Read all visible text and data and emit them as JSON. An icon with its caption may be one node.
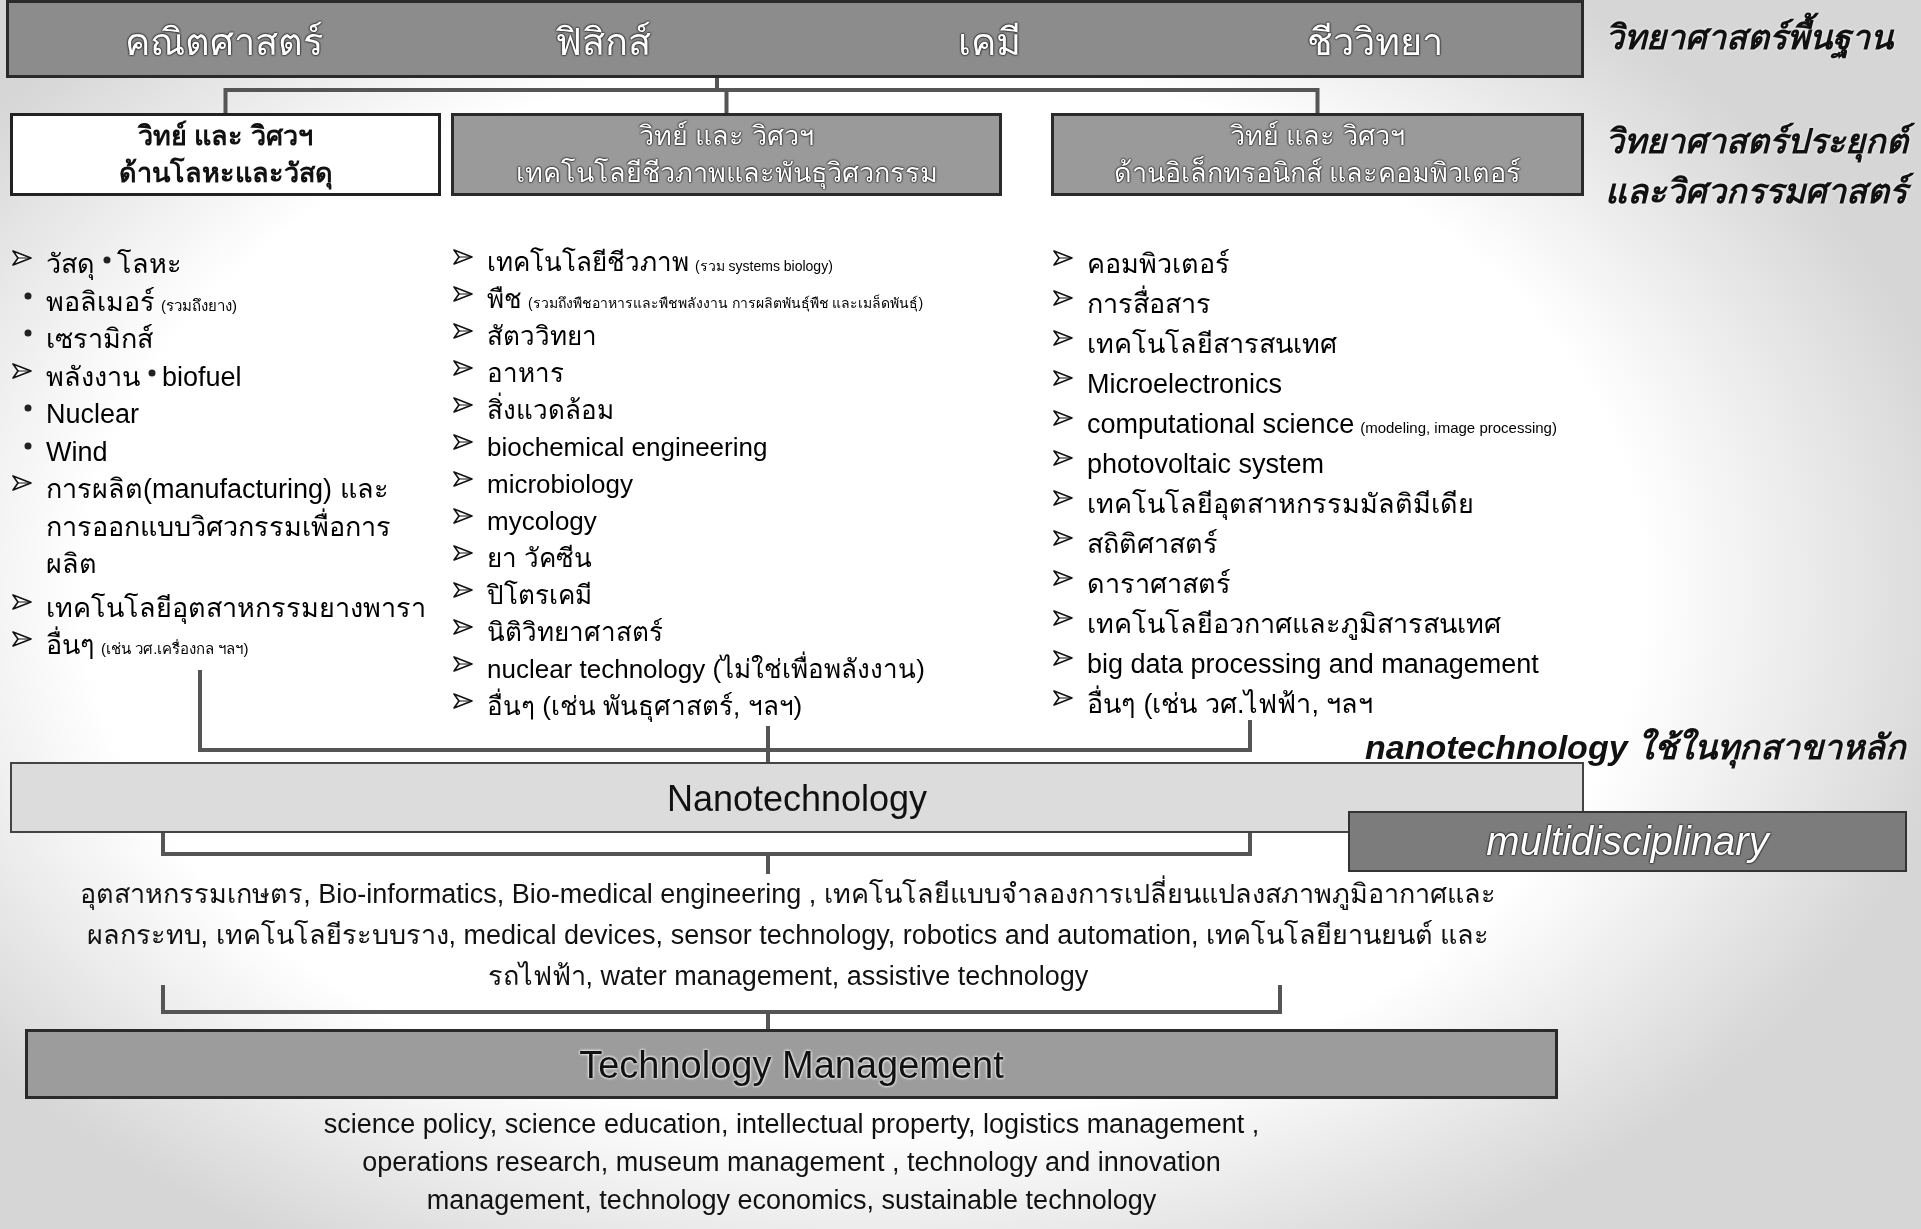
{
  "diagram": {
    "nodes": [
      {
        "text": [
          "คณิตศาสตร์",
          "ฟิสิกส์",
          "เคมี",
          "ชีววิทยา"
        ]
      },
      {
        "text": [
          "วิทย์ และ วิศวฯ",
          "ด้านโลหะและวัสดุ"
        ]
      },
      {
        "text": [
          "วิทย์ และ วิศวฯ",
          "เทคโนโลยีชีวภาพและพันธุวิศวกรรม"
        ]
      },
      {
        "text": [
          "วิทย์ และ วิศวฯ",
          "ด้านอิเล็กทรอนิกส์ และคอมพิวเตอร์"
        ]
      },
      {
        "text": [
          "วัสดุ",
          "โลหะ",
          "พอลิเมอร์",
          "(รวมถึงยาง)",
          "เซรามิกส์",
          "พลังงาน",
          "biofuel",
          "Nuclear",
          "Wind",
          "การผลิต(manufacturing) และการออกแบบวิศวกรรมเพื่อการผลิต",
          "เทคโนโลยีอุตสาหกรรมยางพารา",
          "อื่นๆ",
          "(เช่น วศ.เครื่องกล ฯลฯ)"
        ]
      },
      {
        "text": [
          "เทคโนโลยีชีวภาพ",
          "(รวม systems biology)",
          "พืช",
          "(รวมถึงพืชอาหารและพืชพลังงาน การผลิตพันธุ์พืช และเมล็ดพันธุ์)",
          "สัตววิทยา",
          "อาหาร",
          "สิ่งแวดล้อม",
          "biochemical engineering",
          "microbiology",
          "mycology",
          "ยา วัคซีน",
          "ปิโตรเคมี",
          "นิติวิทยาศาสตร์",
          "nuclear technology (ไม่ใช่เพื่อพลังงาน)",
          "อื่นๆ (เช่น พันธุศาสตร์, ฯลฯ)"
        ]
      },
      {
        "text": [
          "คอมพิวเตอร์",
          "การสื่อสาร",
          "เทคโนโลยีสารสนเทศ",
          "Microelectronics",
          "computational science",
          "(modeling, image processing)",
          "photovoltaic system",
          "เทคโนโลยีอุตสาหกรรมมัลติมีเดีย",
          "สถิติศาสตร์",
          "ดาราศาสตร์",
          "เทคโนโลยีอวกาศและภูมิสารสนเทศ",
          "big data processing and management",
          "อื่นๆ (เช่น วศ.ไฟฟ้า, ฯลฯ"
        ]
      },
      {
        "text": [
          "Nanotechnology"
        ]
      },
      {
        "text": [
          "multidisciplinary"
        ]
      },
      {
        "text": [
          "อุตสาหกรรมเกษตร, Bio-informatics, Bio-medical engineering , เทคโนโลยีแบบจำลองการเปลี่ยนแปลงสภาพภูมิอากาศและผลกระทบ, เทคโนโลยีระบบราง, medical devices, sensor technology, robotics and automation, เทคโนโลยียานยนต์ และรถไฟฟ้า, water management, assistive technology"
        ]
      },
      {
        "text": [
          "Technology Management"
        ],
        "beside": [
          "science policy, science education, intellectual property, logistics management , operations research, museum management , technology and innovation management, technology economics, sustainable technology"
        ]
      }
    ],
    "edges": [
      {
        "from": 0,
        "to": 1,
        "arrow": "none"
      },
      {
        "from": 0,
        "to": 2,
        "arrow": "none"
      },
      {
        "from": 0,
        "to": 3,
        "arrow": "none"
      },
      {
        "from": 4,
        "to": 7,
        "arrow": "none"
      },
      {
        "from": 5,
        "to": 7,
        "arrow": "none"
      },
      {
        "from": 6,
        "to": 7,
        "arrow": "none"
      },
      {
        "from": 7,
        "to": 9,
        "arrow": "none"
      },
      {
        "from": 9,
        "to": 10,
        "arrow": "none"
      }
    ],
    "labels": [
      "วิทยาศาสตร์พื้นฐาน",
      "วิทยาศาสตร์ประยุกต์และวิศวกรรมศาสตร์",
      "nanotechnology ใช้ในทุกสาขาหลัก"
    ]
  }
}
